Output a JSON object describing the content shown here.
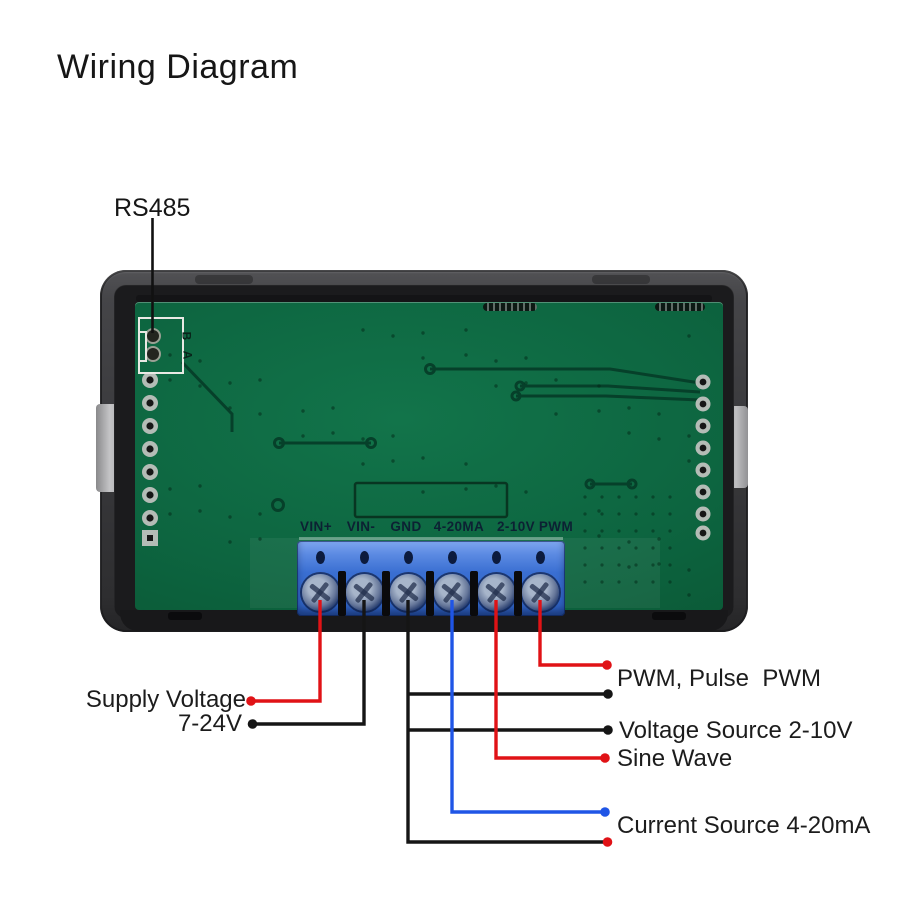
{
  "title": "Wiring Diagram",
  "rs485": {
    "label": "RS485",
    "pins": [
      "B",
      "A"
    ]
  },
  "device": {
    "terminals": [
      "VIN+",
      "VIN-",
      "GND",
      "4-20MA",
      "2-10V",
      "PWM"
    ]
  },
  "annotations": {
    "supply_voltage": "Supply Voltage",
    "supply_range": "7-24V",
    "pwm": "PWM, Pulse  PWM",
    "voltage_source": "Voltage Source 2-10V",
    "sine_wave": "Sine Wave",
    "current_source": "Current Source 4-20mA"
  },
  "wiring": [
    {
      "terminal": "VIN+",
      "wire_color": "red",
      "hex": "#e01216",
      "end_label": "Supply Voltage"
    },
    {
      "terminal": "VIN-",
      "wire_color": "black",
      "hex": "#151515",
      "end_label": "7-24V"
    },
    {
      "terminal": "GND",
      "wire_color": "black",
      "hex": "#151515",
      "end_labels": [
        "PWM, Pulse  PWM",
        "Voltage Source 2-10V",
        "Current Source 4-20mA"
      ]
    },
    {
      "terminal": "4-20MA",
      "wire_color": "blue",
      "hex": "#1f55e6",
      "end_label": "Current Source 4-20mA"
    },
    {
      "terminal": "2-10V",
      "wire_color": "red",
      "hex": "#e01216",
      "end_label": "Sine Wave"
    },
    {
      "terminal": "PWM",
      "wire_color": "red",
      "hex": "#e01216",
      "end_label": "PWM, Pulse  PWM"
    }
  ],
  "colors": {
    "background": "#ffffff",
    "case_gray": "#3a3a3d",
    "pcb_green": "#0d6540",
    "terminal_block_blue": "#3a6fd2",
    "wire_red": "#e01216",
    "wire_black": "#151515",
    "wire_blue": "#1f55e6",
    "text": "#1c1c1c"
  }
}
